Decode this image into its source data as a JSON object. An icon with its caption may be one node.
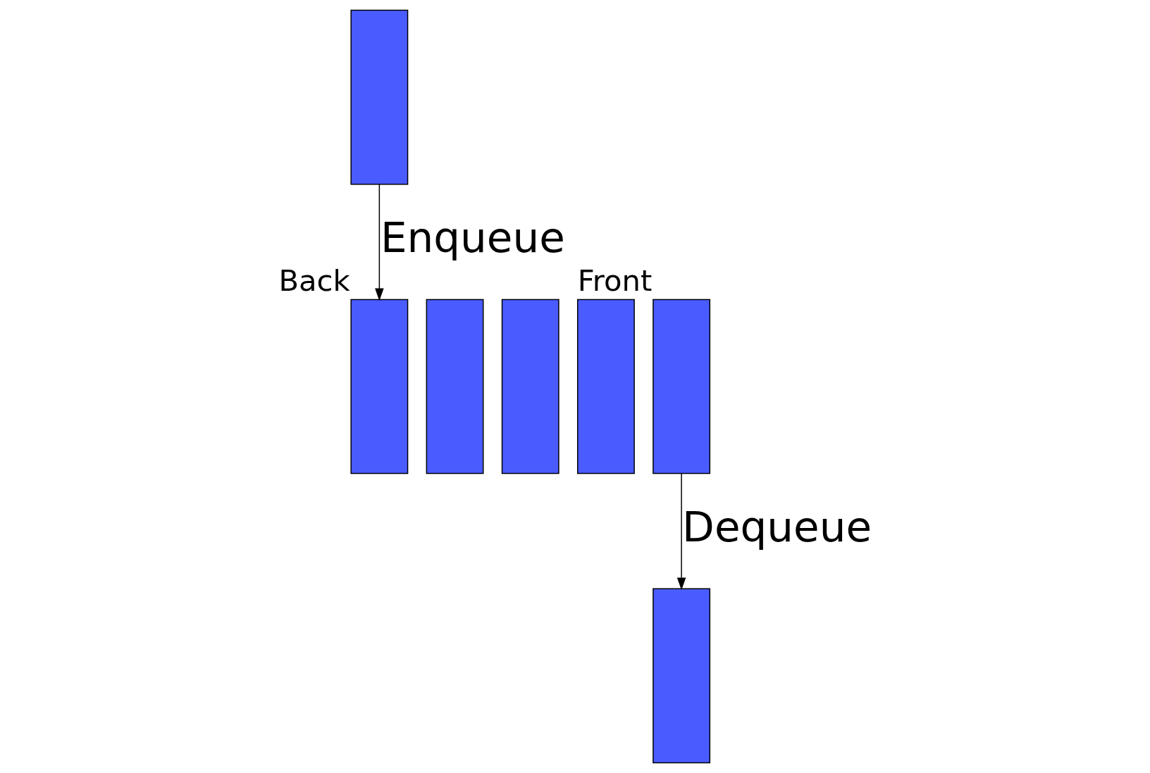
{
  "diagram": {
    "nodes": [
      {
        "text": [],
        "shape": "box"
      },
      {
        "text": [],
        "shape": "box",
        "beside": [
          "Back"
        ]
      },
      {
        "text": [],
        "shape": "box"
      },
      {
        "text": [],
        "shape": "box"
      },
      {
        "text": [],
        "shape": "box"
      },
      {
        "text": [],
        "shape": "box",
        "beside": [
          "Front"
        ]
      },
      {
        "text": [],
        "shape": "box"
      }
    ],
    "edges": [
      {
        "from": 0,
        "to": 1,
        "arrow": "to",
        "label": "Enqueue"
      },
      {
        "from": 5,
        "to": 6,
        "arrow": "to",
        "label": "Dequeue"
      }
    ]
  }
}
